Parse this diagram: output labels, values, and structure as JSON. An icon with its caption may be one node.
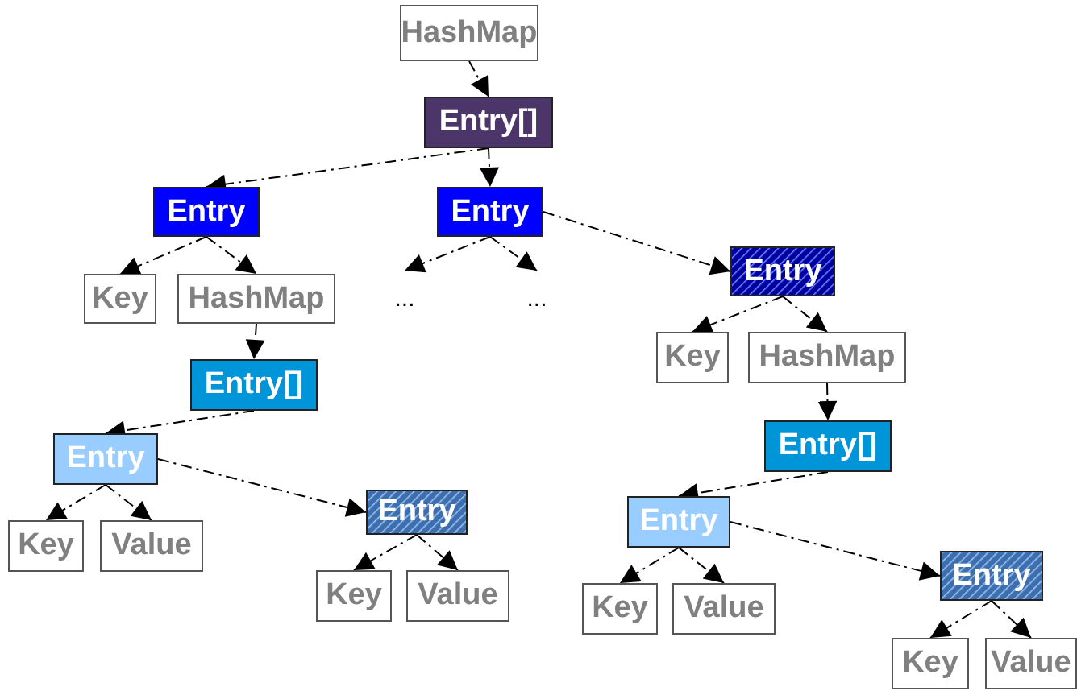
{
  "diagram": {
    "nodes": [
      {
        "text": [
          "HashMap"
        ]
      },
      {
        "text": [
          "Entry[]"
        ]
      },
      {
        "text": [
          "Entry"
        ]
      },
      {
        "text": [
          "Entry"
        ]
      },
      {
        "text": [
          "..."
        ]
      },
      {
        "text": [
          "..."
        ]
      },
      {
        "text": [
          "Entry"
        ]
      },
      {
        "text": [
          "Key"
        ]
      },
      {
        "text": [
          "HashMap"
        ]
      },
      {
        "text": [
          "Entry[]"
        ]
      },
      {
        "text": [
          "Key"
        ]
      },
      {
        "text": [
          "HashMap"
        ]
      },
      {
        "text": [
          "Entry[]"
        ]
      },
      {
        "text": [
          "Entry"
        ]
      },
      {
        "text": [
          "Entry"
        ]
      },
      {
        "text": [
          "Entry"
        ]
      },
      {
        "text": [
          "Key"
        ]
      },
      {
        "text": [
          "Value"
        ]
      },
      {
        "text": [
          "Entry"
        ]
      },
      {
        "text": [
          "Key"
        ]
      },
      {
        "text": [
          "Value"
        ]
      },
      {
        "text": [
          "Key"
        ]
      },
      {
        "text": [
          "Value"
        ]
      },
      {
        "text": [
          "Key"
        ]
      },
      {
        "text": [
          "Value"
        ]
      }
    ],
    "edges": [
      {
        "from": 0,
        "to": 1,
        "arrow": "to",
        "style": "dashed"
      },
      {
        "from": 1,
        "to": 2,
        "arrow": "to",
        "style": "dashed"
      },
      {
        "from": 1,
        "to": 3,
        "arrow": "to",
        "style": "dashed"
      },
      {
        "from": 3,
        "to": 4,
        "arrow": "to",
        "style": "dashed"
      },
      {
        "from": 3,
        "to": 5,
        "arrow": "to",
        "style": "dashed"
      },
      {
        "from": 3,
        "to": 6,
        "arrow": "to",
        "style": "dashed"
      },
      {
        "from": 2,
        "to": 7,
        "arrow": "to",
        "style": "dashed"
      },
      {
        "from": 2,
        "to": 8,
        "arrow": "to",
        "style": "dashed"
      },
      {
        "from": 8,
        "to": 9,
        "arrow": "to",
        "style": "dashed"
      },
      {
        "from": 6,
        "to": 10,
        "arrow": "to",
        "style": "dashed"
      },
      {
        "from": 6,
        "to": 11,
        "arrow": "to",
        "style": "dashed"
      },
      {
        "from": 11,
        "to": 12,
        "arrow": "to",
        "style": "dashed"
      },
      {
        "from": 9,
        "to": 13,
        "arrow": "to",
        "style": "dashed"
      },
      {
        "from": 13,
        "to": 14,
        "arrow": "to",
        "style": "dashed"
      },
      {
        "from": 12,
        "to": 15,
        "arrow": "to",
        "style": "dashed"
      },
      {
        "from": 13,
        "to": 16,
        "arrow": "to",
        "style": "dashed"
      },
      {
        "from": 13,
        "to": 17,
        "arrow": "to",
        "style": "dashed"
      },
      {
        "from": 15,
        "to": 18,
        "arrow": "to",
        "style": "dashed"
      },
      {
        "from": 14,
        "to": 19,
        "arrow": "to",
        "style": "dashed"
      },
      {
        "from": 14,
        "to": 20,
        "arrow": "to",
        "style": "dashed"
      },
      {
        "from": 15,
        "to": 21,
        "arrow": "to",
        "style": "dashed"
      },
      {
        "from": 15,
        "to": 22,
        "arrow": "to",
        "style": "dashed"
      },
      {
        "from": 18,
        "to": 23,
        "arrow": "to",
        "style": "dashed"
      },
      {
        "from": 18,
        "to": 24,
        "arrow": "to",
        "style": "dashed"
      }
    ]
  }
}
